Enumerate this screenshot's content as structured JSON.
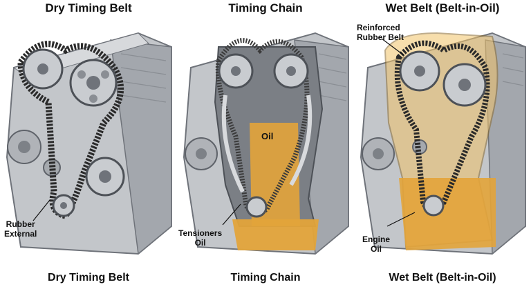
{
  "panels": [
    {
      "title": "Dry Timing Belt",
      "caption": "Dry Timing Belt",
      "labels": [
        [
          "Rubber",
          "External"
        ]
      ]
    },
    {
      "title": "Timing Chain",
      "caption": "Timing Chain",
      "labels": [
        [
          "Oil"
        ],
        [
          "Tensioners",
          "Oil"
        ]
      ]
    },
    {
      "title": "Wet Belt (Belt-in-Oil)",
      "caption": "Wet Belt (Belt-in-Oil)",
      "labels": [
        [
          "Reinforced",
          "Rubber Belt"
        ],
        [
          "Engine",
          "Oil"
        ]
      ]
    }
  ],
  "colors": {
    "engine_metal": "#b9bcc0",
    "engine_dark": "#7d8187",
    "belt": "#2a2a2a",
    "oil": "#e3a43a",
    "oil_light": "#f2c46a"
  }
}
